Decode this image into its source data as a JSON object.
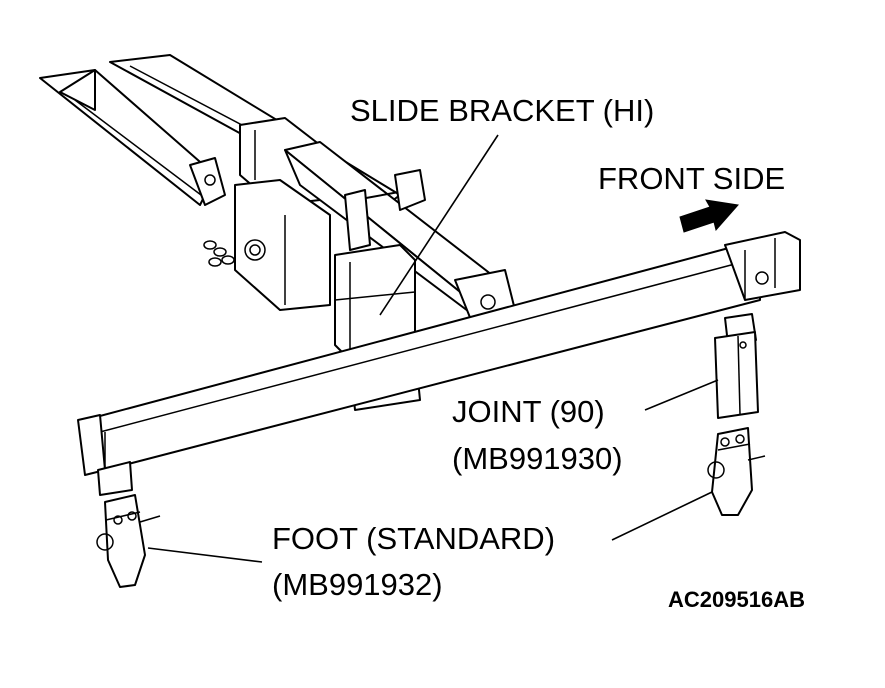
{
  "labels": {
    "slide_bracket": "SLIDE BRACKET (HI)",
    "front_side": "FRONT SIDE",
    "joint_name": "JOINT (90)",
    "joint_part": "(MB991930)",
    "foot_name": "FOOT (STANDARD)",
    "foot_part": "(MB991932)"
  },
  "figure_code": "AC209516AB"
}
